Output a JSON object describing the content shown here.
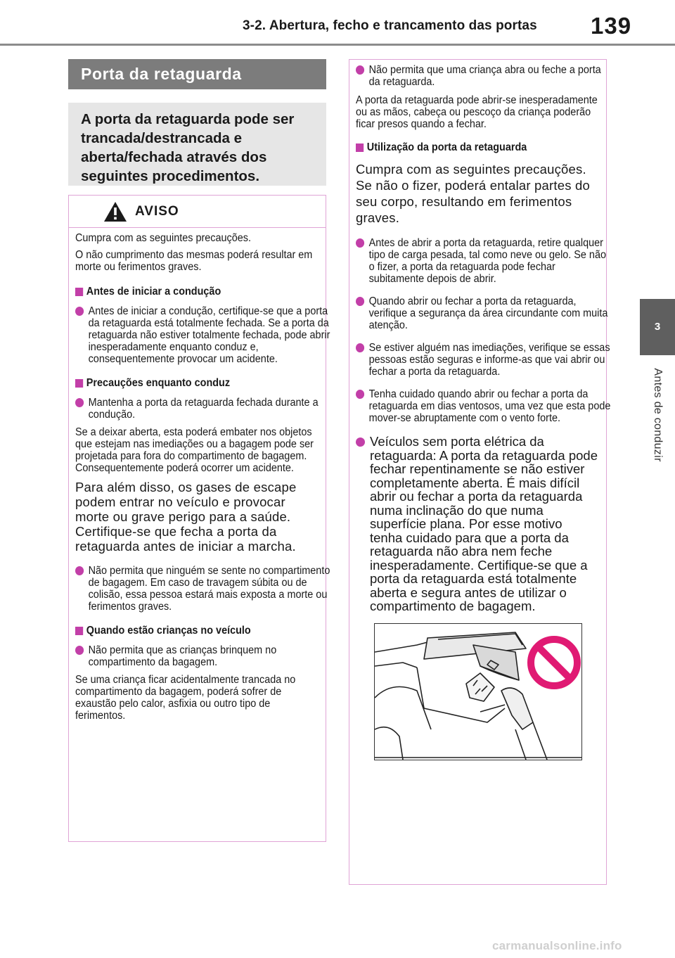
{
  "header": {
    "title": "3-2. Abertura, fecho e trancamento das portas",
    "page_number": "139"
  },
  "side_tab": {
    "number": "3",
    "label": "Antes de conduzir"
  },
  "section_title": "Porta da retaguarda",
  "intro_text": "A porta da retaguarda pode ser trancada/destrancada e aberta/fechada através dos seguintes procedimentos.",
  "warning": {
    "title": "AVISO",
    "intro1": "Cumpra com as seguintes precauções.",
    "intro2": "O não cumprimento das mesmas poderá resultar em morte ou ferimentos graves.",
    "sub1": "Antes de iniciar a condução",
    "bullet1": "Antes de iniciar a condução, certifique-se que a porta da retaguarda está totalmente fechada. Se a porta da retaguarda não estiver totalmente fechada, pode abrir inesperadamente enquanto conduz e, consequentemente provocar um acidente.",
    "sub2": "Precauções enquanto conduz",
    "bullet2": "Mantenha a porta da retaguarda fechada durante a condução.",
    "para2a": "Se a deixar aberta, esta poderá embater nos objetos que estejam nas imediações ou a bagagem pode ser projetada para fora do compartimento de bagagem. Consequentemente poderá ocorrer um acidente.",
    "para2b": "Para além disso, os gases de escape podem entrar no veículo e provocar morte ou grave perigo para a saúde. Certifique-se que fecha a porta da retaguarda antes de iniciar a marcha.",
    "bullet3": "Não permita que ninguém se sente no compartimento de bagagem. Em caso de travagem súbita ou de colisão, essa pessoa estará mais exposta a morte ou ferimentos graves.",
    "sub3": "Quando estão crianças no veículo",
    "bullet4": "Não permita que as crianças brinquem no compartimento da bagagem.",
    "para4": "Se uma criança ficar acidentalmente trancada no compartimento da bagagem, poderá sofrer de exaustão pelo calor, asfixia ou outro tipo de ferimentos."
  },
  "right_column": {
    "bullet1": "Não permita que uma criança abra ou feche a porta da retaguarda.",
    "para1": "A porta da retaguarda pode abrir-se inesperadamente ou as mãos, cabeça ou pescoço da criança poderão ficar presos quando a fechar.",
    "sub1": "Utilização da porta da retaguarda",
    "big1": "Cumpra com as seguintes precauções. Se não o fizer, poderá entalar partes do seu corpo, resultando em ferimentos graves.",
    "bullet2": "Antes de abrir a porta da retaguarda, retire qualquer tipo de carga pesada, tal como neve ou gelo. Se não o fizer, a porta da retaguarda pode fechar subitamente depois de abrir.",
    "bullet3": "Quando abrir ou fechar a porta da retaguarda, verifique a segurança da área circundante com muita atenção.",
    "bullet4": "Se estiver alguém nas imediações, verifique se essas pessoas estão seguras e informe-as que vai abrir ou fechar a porta da retaguarda.",
    "bullet5": "Tenha cuidado quando abrir ou fechar a porta da retaguarda em dias ventosos, uma vez que esta pode mover-se abruptamente com o vento forte.",
    "bullet6": "Veículos sem porta elétrica da retaguarda: A porta da retaguarda pode fechar repentinamente se não estiver completamente aberta. É mais difícil abrir ou fechar a porta da retaguarda numa inclinação do que numa superfície plana. Por esse motivo tenha cuidado para que a porta da retaguarda não abra nem feche inesperadamente. Certifique-se que a porta da retaguarda está totalmente aberta e segura antes de utilizar o compartimento de bagagem."
  },
  "footer": "carmanualsonline.info",
  "colors": {
    "accent": "#c23fa8",
    "border": "#e0a4d6",
    "title_bar": "#7c7c7c",
    "intro_bg": "#e6e6e6",
    "side_tab": "#5f5f5f",
    "prohibition": "#e01a73"
  }
}
